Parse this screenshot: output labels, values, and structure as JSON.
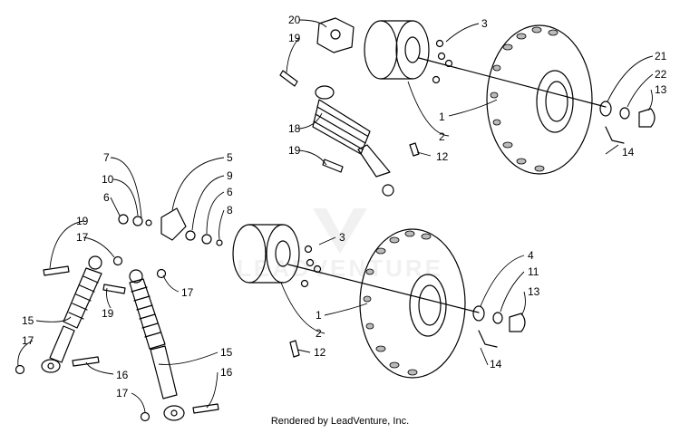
{
  "footer_text": "Rendered by LeadVenture, Inc.",
  "colors": {
    "line": "#000000",
    "background": "#ffffff",
    "tire": "#e9e9e9",
    "metal": "#cfcfcf",
    "watermark": "#eaeaea"
  },
  "watermark_text": "LEADVENTURE",
  "callouts": [
    "20",
    "19",
    "3",
    "21",
    "22",
    "13",
    "1",
    "18",
    "2",
    "19",
    "12",
    "14",
    "7",
    "5",
    "10",
    "9",
    "6",
    "6",
    "8",
    "3",
    "19",
    "17",
    "4",
    "11",
    "13",
    "17",
    "19",
    "1",
    "15",
    "2",
    "17",
    "12",
    "14",
    "16",
    "15",
    "16",
    "17"
  ]
}
